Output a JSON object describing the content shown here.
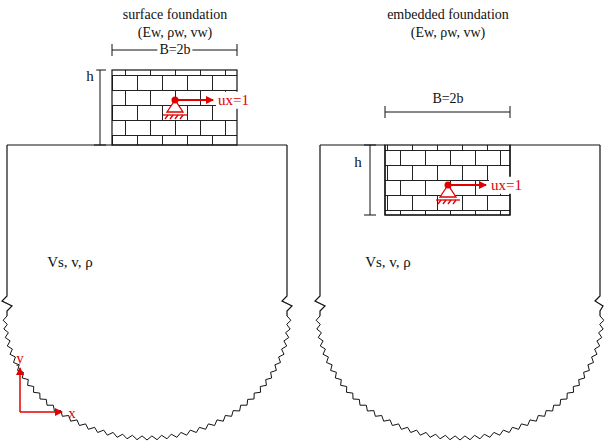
{
  "diagram": {
    "labels": [
      "surface foundation",
      "(Ew, ρw, vw)",
      "B=2b",
      "h",
      "ux=1",
      "Vs, v, ρ",
      "embedded foundation",
      "(Ew, ρw, vw)",
      "B=2b",
      "h",
      "ux=1",
      "Vs, v, ρ",
      "y",
      "x"
    ]
  }
}
